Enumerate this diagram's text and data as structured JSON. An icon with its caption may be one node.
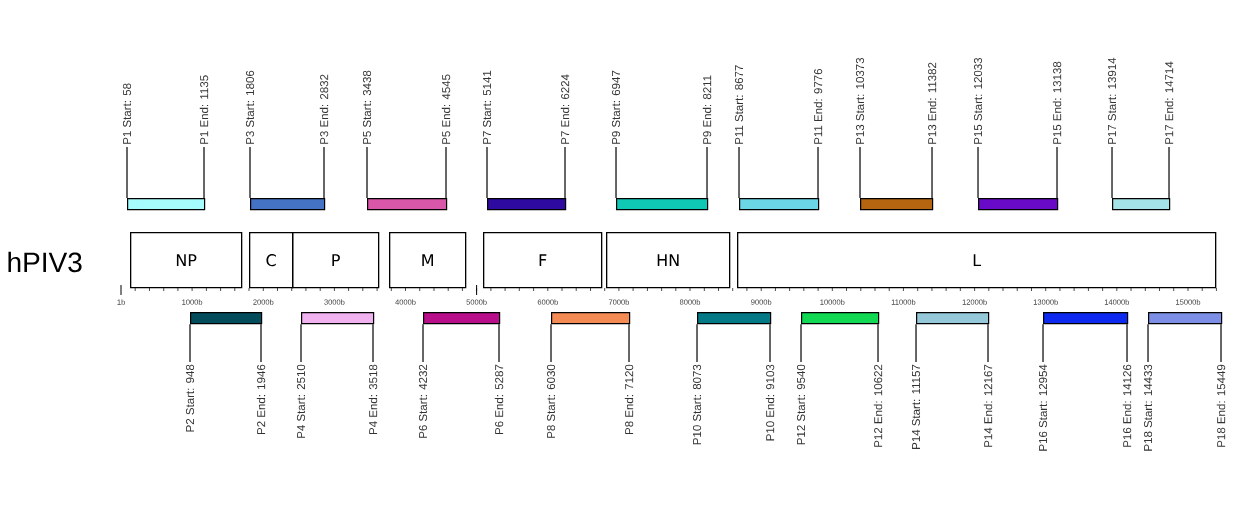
{
  "diagram": {
    "nodes": [
      {
        "text": [
          "P1 Start: 58"
        ]
      },
      {
        "text": [
          "P1 End: 1135"
        ]
      },
      {
        "text": [
          "P3 Start: 1806"
        ]
      },
      {
        "text": [
          "P3 End: 2832"
        ]
      },
      {
        "text": [
          "P5 Start: 3438"
        ]
      },
      {
        "text": [
          "P5 End: 4545"
        ]
      },
      {
        "text": [
          "P7 Start: 5141"
        ]
      },
      {
        "text": [
          "P7 End: 6224"
        ]
      },
      {
        "text": [
          "P9 Start: 6947"
        ]
      },
      {
        "text": [
          "P9 End: 8211"
        ]
      },
      {
        "text": [
          "P11 Start: 8677"
        ]
      },
      {
        "text": [
          "P11 End: 9776"
        ]
      },
      {
        "text": [
          "P13 Start: 10373"
        ]
      },
      {
        "text": [
          "P13 End: 11382"
        ]
      },
      {
        "text": [
          "P15 Start: 12033"
        ]
      },
      {
        "text": [
          "P15 End: 13138"
        ]
      },
      {
        "text": [
          "P17 Start: 13914"
        ]
      },
      {
        "text": [
          "P17 End: 14714"
        ]
      },
      {
        "text": [],
        "shape": "bar"
      },
      {
        "text": [],
        "shape": "bar"
      },
      {
        "text": [],
        "shape": "bar"
      },
      {
        "text": [],
        "shape": "bar"
      },
      {
        "text": [],
        "shape": "bar"
      },
      {
        "text": [],
        "shape": "bar"
      },
      {
        "text": [],
        "shape": "bar"
      },
      {
        "text": [],
        "shape": "bar"
      },
      {
        "text": [],
        "shape": "bar"
      },
      {
        "text": [
          "NP"
        ]
      },
      {
        "text": [
          "C"
        ]
      },
      {
        "text": [
          "P"
        ]
      },
      {
        "text": [
          "M"
        ]
      },
      {
        "text": [
          "F"
        ]
      },
      {
        "text": [
          "HN"
        ]
      },
      {
        "text": [
          "L"
        ]
      },
      {
        "text": [],
        "shape": "bar"
      },
      {
        "text": [],
        "shape": "bar"
      },
      {
        "text": [],
        "shape": "bar"
      },
      {
        "text": [],
        "shape": "bar"
      },
      {
        "text": [],
        "shape": "bar"
      },
      {
        "text": [],
        "shape": "bar"
      },
      {
        "text": [],
        "shape": "bar"
      },
      {
        "text": [],
        "shape": "bar"
      },
      {
        "text": [],
        "shape": "bar"
      },
      {
        "text": [
          "P2 Start: 948"
        ]
      },
      {
        "text": [
          "P2 End: 1946"
        ]
      },
      {
        "text": [
          "P4 Start: 2510"
        ]
      },
      {
        "text": [
          "P4 End: 3518"
        ]
      },
      {
        "text": [
          "P6 Start: 4232"
        ]
      },
      {
        "text": [
          "P6 End: 5287"
        ]
      },
      {
        "text": [
          "P8 Start: 6030"
        ]
      },
      {
        "text": [
          "P8 End: 7120"
        ]
      },
      {
        "text": [
          "P10 Start: 8073"
        ]
      },
      {
        "text": [
          "P10 End: 9103"
        ]
      },
      {
        "text": [
          "P12 Start: 9540"
        ]
      },
      {
        "text": [
          "P12 End: 10622"
        ]
      },
      {
        "text": [
          "P14 Start: 11157"
        ]
      },
      {
        "text": [
          "P14 End: 12167"
        ]
      },
      {
        "text": [
          "P16 Start: 12954"
        ]
      },
      {
        "text": [
          "P16 End: 14126"
        ]
      },
      {
        "text": [
          "P18 Start: 14433"
        ]
      },
      {
        "text": [
          "P18 End: 15449"
        ]
      }
    ],
    "edges": [
      {
        "from": 0,
        "to": 18,
        "arrow": "none"
      },
      {
        "from": 1,
        "to": 18,
        "arrow": "none"
      },
      {
        "from": 2,
        "to": 19,
        "arrow": "none"
      },
      {
        "from": 3,
        "to": 19,
        "arrow": "none"
      },
      {
        "from": 4,
        "to": 20,
        "arrow": "none"
      },
      {
        "from": 5,
        "to": 20,
        "arrow": "none"
      },
      {
        "from": 6,
        "to": 21,
        "arrow": "none"
      },
      {
        "from": 7,
        "to": 21,
        "arrow": "none"
      },
      {
        "from": 8,
        "to": 22,
        "arrow": "none"
      },
      {
        "from": 9,
        "to": 22,
        "arrow": "none"
      },
      {
        "from": 10,
        "to": 23,
        "arrow": "none"
      },
      {
        "from": 11,
        "to": 23,
        "arrow": "none"
      },
      {
        "from": 12,
        "to": 24,
        "arrow": "none"
      },
      {
        "from": 13,
        "to": 24,
        "arrow": "none"
      },
      {
        "from": 14,
        "to": 25,
        "arrow": "none"
      },
      {
        "from": 15,
        "to": 25,
        "arrow": "none"
      },
      {
        "from": 16,
        "to": 26,
        "arrow": "none"
      },
      {
        "from": 17,
        "to": 26,
        "arrow": "none"
      },
      {
        "from": 34,
        "to": 43,
        "arrow": "none"
      },
      {
        "from": 34,
        "to": 44,
        "arrow": "none"
      },
      {
        "from": 35,
        "to": 45,
        "arrow": "none"
      },
      {
        "from": 35,
        "to": 46,
        "arrow": "none"
      },
      {
        "from": 36,
        "to": 47,
        "arrow": "none"
      },
      {
        "from": 36,
        "to": 48,
        "arrow": "none"
      },
      {
        "from": 37,
        "to": 49,
        "arrow": "none"
      },
      {
        "from": 37,
        "to": 50,
        "arrow": "none"
      },
      {
        "from": 38,
        "to": 51,
        "arrow": "none"
      },
      {
        "from": 38,
        "to": 52,
        "arrow": "none"
      },
      {
        "from": 39,
        "to": 53,
        "arrow": "none"
      },
      {
        "from": 39,
        "to": 54,
        "arrow": "none"
      },
      {
        "from": 40,
        "to": 55,
        "arrow": "none"
      },
      {
        "from": 40,
        "to": 56,
        "arrow": "none"
      },
      {
        "from": 41,
        "to": 57,
        "arrow": "none"
      },
      {
        "from": 41,
        "to": 58,
        "arrow": "none"
      },
      {
        "from": 42,
        "to": 59,
        "arrow": "none"
      },
      {
        "from": 42,
        "to": 60,
        "arrow": "none"
      }
    ],
    "labels": [
      "hPIV3",
      "1b",
      "1000b",
      "2000b",
      "3000b",
      "4000b",
      "5000b",
      "6000b",
      "7000b",
      "8000b",
      "9000b",
      "10000b",
      "11000b",
      "12000b",
      "13000b",
      "14000b",
      "15000b"
    ]
  }
}
